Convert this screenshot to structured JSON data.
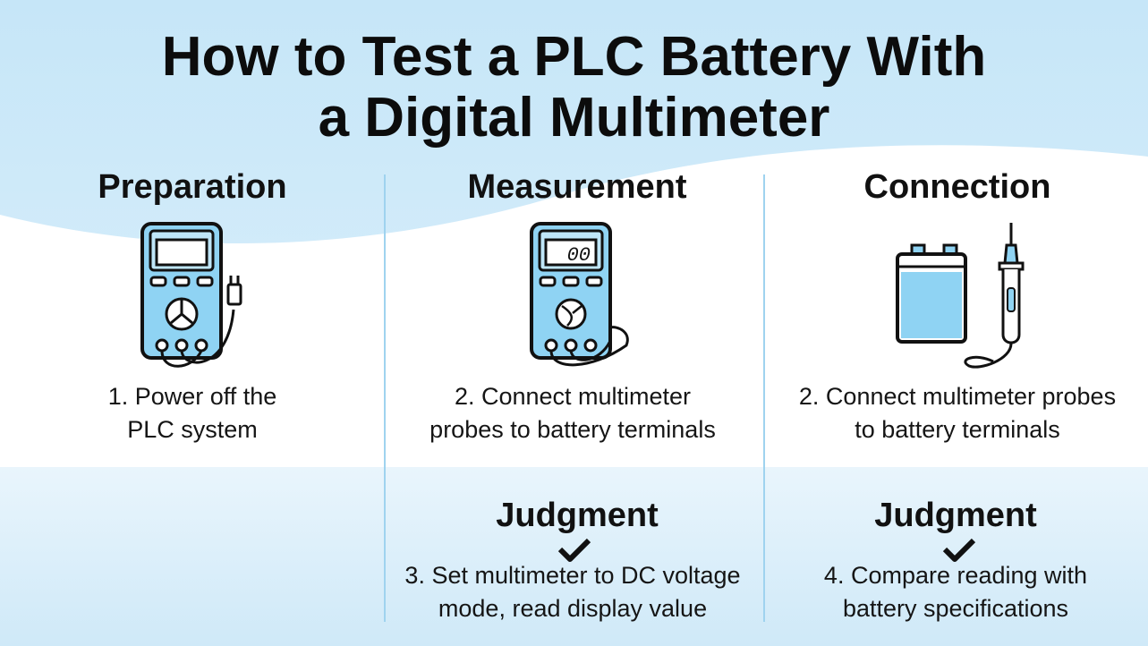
{
  "title_line1": "How to Test a PLC Battery With",
  "title_line2": "a Digital Multimeter",
  "columns": [
    {
      "heading": "Preparation",
      "caption_line1": "1. Power off the",
      "caption_line2": "PLC system",
      "icon": "multimeter-with-plug-icon"
    },
    {
      "heading": "Measurement",
      "caption_line1": "2. Connect multimeter",
      "caption_line2": "probes to battery terminals",
      "icon": "multimeter-icon",
      "display": "00"
    },
    {
      "heading": "Connection",
      "caption_line1": "2. Connect multimeter probes",
      "caption_line2": "to battery terminals",
      "icon": "battery-and-probe-icon"
    }
  ],
  "judgments": [
    {
      "heading": "Judgment",
      "caption_line1": "3. Set multimeter to DC voltage",
      "caption_line2": "mode, read display value",
      "icon": "checkmark-icon"
    },
    {
      "heading": "Judgment",
      "caption_line1": "4. Compare reading with",
      "caption_line2": "battery specifications",
      "icon": "checkmark-icon"
    }
  ],
  "colors": {
    "accent": "#7fcdf0",
    "background": "#d4ecf9",
    "divider": "#9fd3ef"
  }
}
